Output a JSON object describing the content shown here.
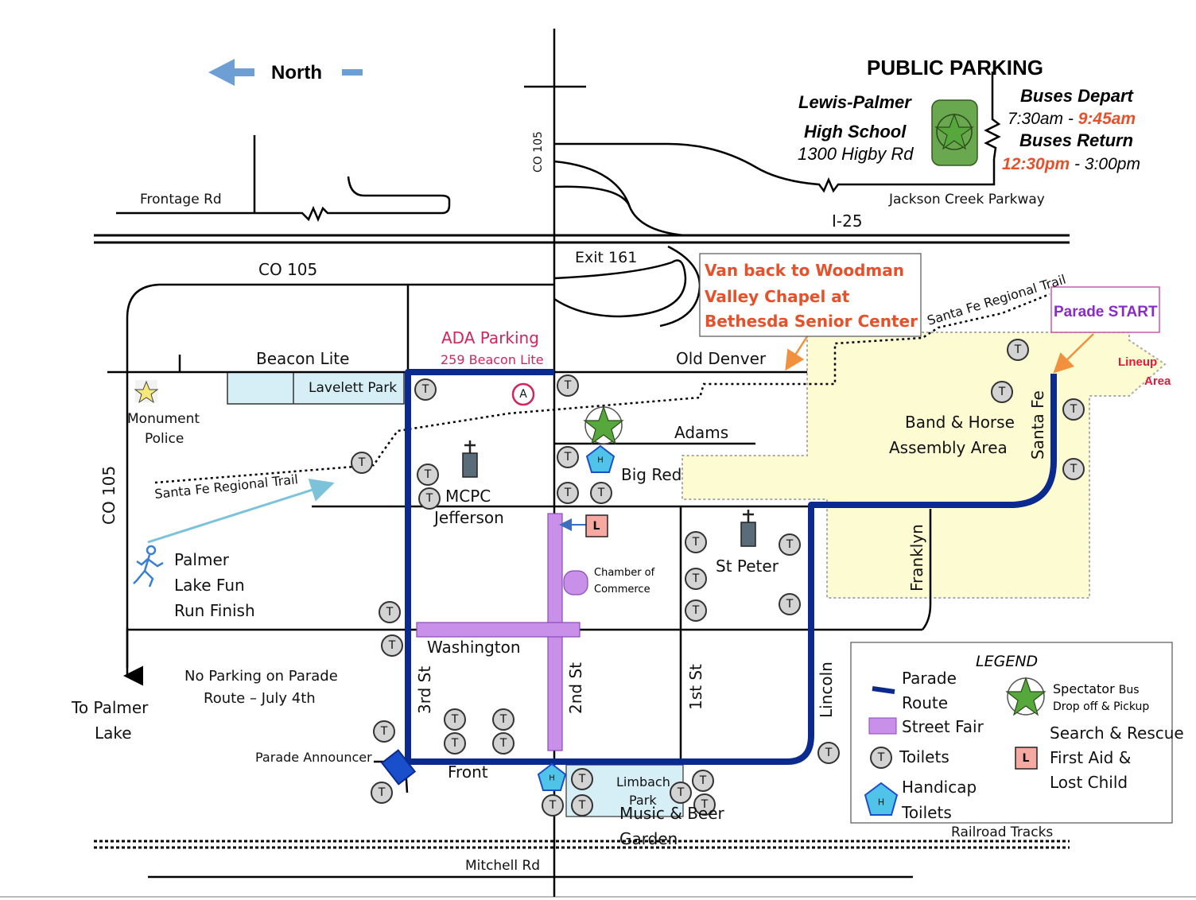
{
  "compass": {
    "label": "North"
  },
  "parking": {
    "heading": "PUBLIC PARKING",
    "school_line1": "Lewis-Palmer",
    "school_line2": "High School",
    "address": "1300 Higby Rd",
    "buses_depart": "Buses Depart",
    "depart_time_a": "7:30am",
    "depart_sep": " - ",
    "depart_time_b": "9:45am",
    "buses_return": "Buses Return",
    "return_time_a": "12:30pm",
    "return_sep": " - ",
    "return_time_b": "3:00pm"
  },
  "roads": {
    "frontage": "Frontage Rd",
    "co105_top": "CO 105",
    "jackson": "Jackson Creek Parkway",
    "i25": "I-25",
    "exit161": "Exit 161",
    "co105_mid": "CO 105",
    "co105_left": "CO 105",
    "beacon_lite": "Beacon Lite",
    "old_denver": "Old Denver",
    "adams": "Adams",
    "jefferson": "Jefferson",
    "washington": "Washington",
    "front": "Front",
    "third": "3rd St",
    "second": "2nd St",
    "first": "1st St",
    "lincoln": "Lincoln",
    "franklyn": "Franklyn",
    "santa_fe": "Santa Fe",
    "mitchell": "Mitchell Rd",
    "railroad": "Railroad Tracks",
    "trail_left": "Santa Fe Regional Trail",
    "trail_right": "Santa Fe Regional Trail"
  },
  "places": {
    "van_line1": "Van back to Woodman",
    "van_line2": "Valley Chapel at",
    "van_line3": "Bethesda Senior Center",
    "parade_start": "Parade START",
    "lineup_line1": "Lineup",
    "lineup_line2": "Area",
    "ada_title": "ADA Parking",
    "ada_address": "259 Beacon Lite",
    "lavelett": "Lavelett Park",
    "monument_line1": "Monument",
    "monument_line2": "Police",
    "band_line1": "Band & Horse",
    "band_line2": "Assembly Area",
    "big_red": "Big Red",
    "mcpc": "MCPC",
    "st_peter": "St Peter",
    "chamber_line1": "Chamber of",
    "chamber_line2": "Commerce",
    "palmer_line1": "Palmer",
    "palmer_line2": "Lake Fun",
    "palmer_line3": "Run Finish",
    "no_parking_line1": "No Parking on Parade",
    "no_parking_line2": "Route – July 4th",
    "to_palmer_line1": "To Palmer",
    "to_palmer_line2": "Lake",
    "announcer": "Parade Announcer",
    "limbach_line1": "Limbach",
    "limbach_line2": "Park",
    "music_line1": "Music & Beer",
    "music_line2": "Garden"
  },
  "markers": {
    "toilet": "T",
    "handicap": "H",
    "ada": "A",
    "first_aid": "L"
  },
  "legend": {
    "title": "LEGEND",
    "parade_line1": "Parade",
    "parade_line2": "Route",
    "street_fair": "Street Fair",
    "toilets": "Toilets",
    "handicap_line1": "Handicap",
    "handicap_line2": "Toilets",
    "spectator": "Spectator",
    "bus": "Bus",
    "dropoff": "Drop off & Pickup",
    "search_rescue": "Search & Rescue",
    "first_aid_line1": "First Aid &",
    "first_aid_line2": "Lost Child"
  },
  "colors": {
    "parade_route": "#0a2a8f",
    "street_fair": "#c890e8",
    "assembly_area": "#fdfbd2",
    "park_fill": "#d6eef6",
    "star_green": "#56a83c",
    "handicap_fill": "#4fc3e8",
    "first_aid_fill": "#f7a8a0",
    "accent_red": "#e8502a",
    "ada_red": "#d4245c",
    "start_purple": "#8a2ac8",
    "arrow_blue": "#6e9fd4"
  }
}
